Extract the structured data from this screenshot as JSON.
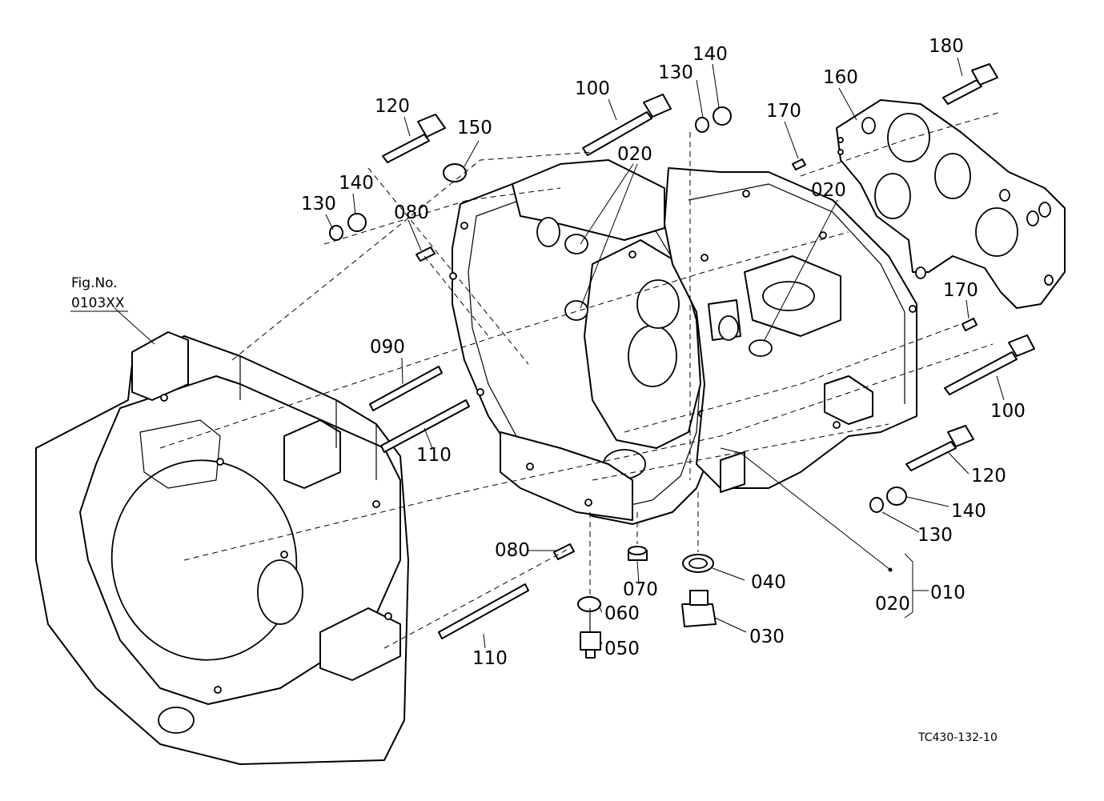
{
  "callouts": {
    "p010": "010",
    "p020_a": "020",
    "p020_b": "020",
    "p020_c": "020",
    "p030": "030",
    "p040": "040",
    "p050": "050",
    "p060": "060",
    "p070": "070",
    "p080_a": "080",
    "p080_b": "080",
    "p090": "090",
    "p100_a": "100",
    "p100_b": "100",
    "p110_a": "110",
    "p110_b": "110",
    "p120_a": "120",
    "p120_b": "120",
    "p130_a": "130",
    "p130_b": "130",
    "p130_c": "130",
    "p140_a": "140",
    "p140_b": "140",
    "p140_c": "140",
    "p150": "150",
    "p160": "160",
    "p170_a": "170",
    "p170_b": "170",
    "p180": "180"
  },
  "figure_ref": {
    "line1": "Fig.No.",
    "line2": "0103XX"
  },
  "drawing_code": "TC430-132-10"
}
